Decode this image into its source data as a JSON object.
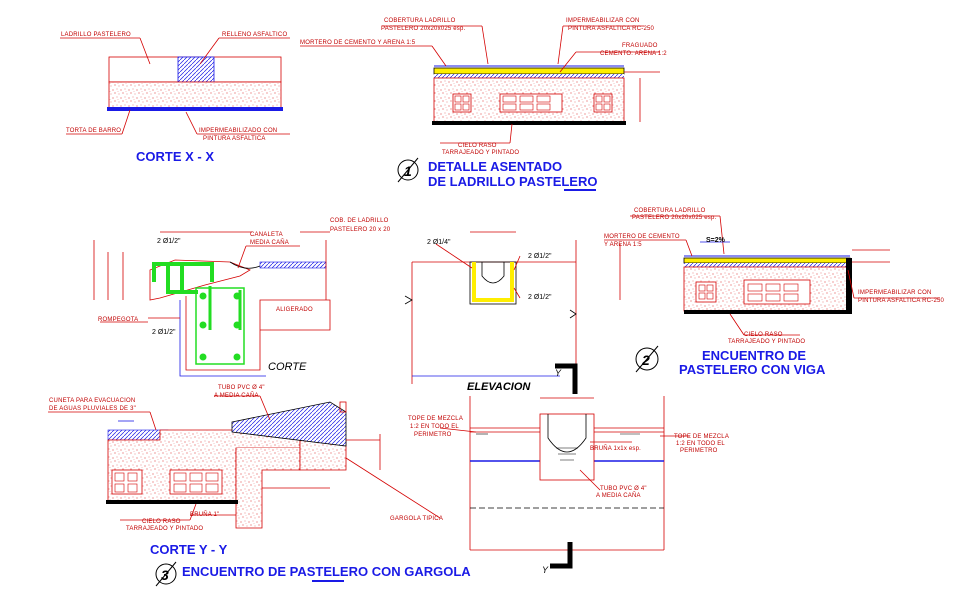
{
  "labels": {
    "ladrillo_pastelero": "LADRILLO PASTELERO",
    "relleno_asfaltico": "RELLENO ASFALTICO",
    "torta_de_barro": "TORTA DE BARRO",
    "impermeabilizado": "IMPERMEABILIZADO CON",
    "pintura_asfaltica": "PINTURA ASFALTICA",
    "cobertura_ladrillo_1": "COBERTURA LADRILLO",
    "cobertura_ladrillo_2": "PASTELERO 20x20x025 esp.",
    "impermeabilizar_1": "IMPERMEABILIZAR CON",
    "impermeabilizar_2": "PINTURA ASFALTICA RC-250",
    "mortero": "MORTERO DE CEMENTO Y ARENA 1:5",
    "fraguado_1": "FRAGUADO",
    "fraguado_2": "CEMENTO: ARENA 1:2",
    "cielo_raso_1": "CIELO RASO",
    "cielo_raso_2": "TARRAJEADO Y PINTADO",
    "canaleta_1": "CANALETA",
    "canaleta_2": "MEDIA CAÑA",
    "cob_ladrillo_1": "COB. DE LADRILLO",
    "cob_ladrillo_2": "PASTELERO 20 x 20",
    "rompegota": "ROMPEGOTA",
    "aligerado": "ALIGERADO",
    "rebar_1": "2 Ø1/2\"",
    "rebar_2": "2 Ø1/2\"",
    "rebar_3": "2 Ø1/4\"",
    "rebar_4": "2 Ø1/2\"",
    "rebar_5": "2 Ø1/2\"",
    "corte": "CORTE",
    "elevacion": "ELEVACION",
    "y_mark": "Y",
    "mortero_v_1": "MORTERO DE CEMENTO",
    "mortero_v_2": "Y ARENA 1:5",
    "slope": "S=2%",
    "impermeab_v_1": "IMPERMEABILIZAR CON",
    "impermeab_v_2": "PINTURA ASFALTICA RC-250",
    "cuneta_1": "CUNETA PARA EVACUACION",
    "cuneta_2": "DE AGUAS PLUVIALES DE 3\"",
    "tubo_pvc_1": "TUBO PVC Ø 4\"",
    "tubo_pvc_2": "A MEDIA CAÑA",
    "bruna": "BRUÑA 1\"",
    "gargola_tipica": "GARGOLA TIPICA",
    "tope_mezcla_1": "TOPE DE MEZCLA",
    "tope_mezcla_2": "1:2 EN TODO EL",
    "tope_mezcla_3": "PERIMETRO",
    "bruna_2": "BRUÑA 1x1x esp.",
    "tubo_pvc_3": "TUBO PVC Ø 4\"",
    "tubo_pvc_4": "A MEDIA CAÑA"
  },
  "titles": {
    "corte_xx": "CORTE X - X",
    "detalle_num": "1",
    "detalle_line1": "DETALLE ASENTADO",
    "detalle_line2": "DE LADRILLO PASTELERO",
    "encuentro_num": "2",
    "encuentro_line1": "ENCUENTRO DE",
    "encuentro_line2": "PASTELERO CON VIGA",
    "corte_yy": "CORTE Y - Y",
    "gargola_num": "3",
    "gargola_line": "ENCUENTRO DE PASTELERO CON GARGOLA"
  },
  "colors": {
    "linework": "#d40000",
    "titles": "#1a1ae6",
    "rebar": "#22dd22",
    "membrane": "#ffee00",
    "background": "#ffffff"
  }
}
